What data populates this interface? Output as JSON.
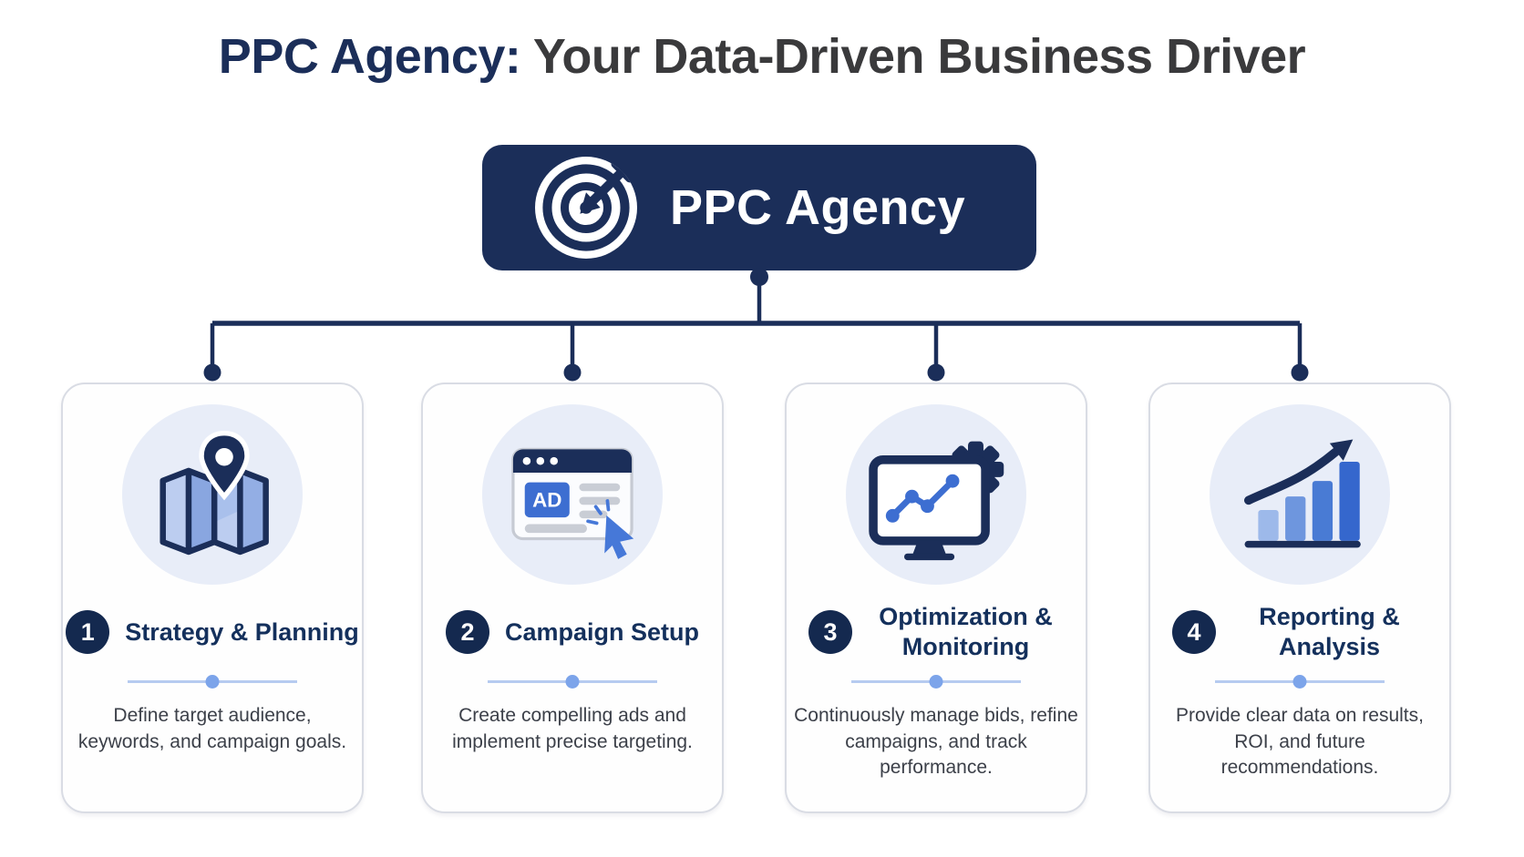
{
  "title": {
    "highlight": "PPC Agency:",
    "rest": " Your Data-Driven Business Driver"
  },
  "header": {
    "label": "PPC Agency",
    "icon": "target-bullseye-arrow-icon"
  },
  "palette": {
    "navy": "#1b2e59",
    "badge_navy": "#14294f",
    "title_gray": "#3a3a3c",
    "accent_blue": "#3d6ed1",
    "light_blue_fill": "#e8edf8",
    "divider_line": "#b6cbf0",
    "divider_dot": "#7ca4ea",
    "card_border": "#d9dce4",
    "body_text": "#3c4049"
  },
  "steps": [
    {
      "number": "1",
      "title": "Strategy & Planning",
      "description": "Define target audience, keywords, and campaign goals.",
      "icon": "map-location-pin-icon"
    },
    {
      "number": "2",
      "title": "Campaign Setup",
      "description": "Create compelling ads and implement precise targeting.",
      "icon": "ad-browser-cursor-icon"
    },
    {
      "number": "3",
      "title": "Optimization & Monitoring",
      "description": "Continuously manage bids, refine campaigns, and track performance.",
      "icon": "monitor-gear-chart-icon"
    },
    {
      "number": "4",
      "title": "Reporting & Analysis",
      "description": "Provide clear data on results, ROI, and future recommendations.",
      "icon": "growth-bars-arrow-icon"
    }
  ]
}
